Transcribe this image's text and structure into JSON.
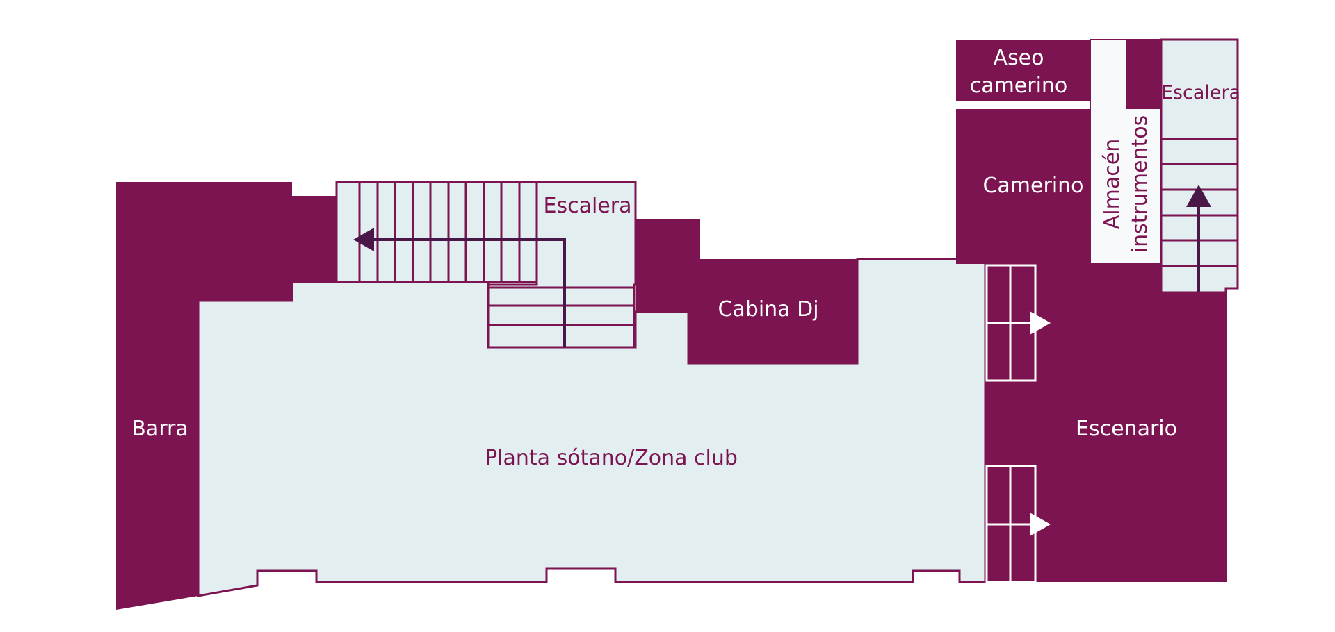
{
  "floor_plan": {
    "colors": {
      "wall": "#7b1450",
      "floor": "#e3eef1",
      "storage_floor": "#f7f9fb",
      "arrow": "#4a1848",
      "exit_arrow": "#ffffff"
    },
    "rooms": {
      "bar": "Barra",
      "club_zone": "Planta sótano/Zona club",
      "main_staircase": "Escalera",
      "dj_booth": "Cabina Dj",
      "stage": "Escenario",
      "dressing_room": "Camerino",
      "dressing_toilet_line1": "Aseo",
      "dressing_toilet_line2": "camerino",
      "instrument_storage_line1": "Almacén",
      "instrument_storage_line2": "instrumentos",
      "back_staircase": "Escalera"
    }
  }
}
